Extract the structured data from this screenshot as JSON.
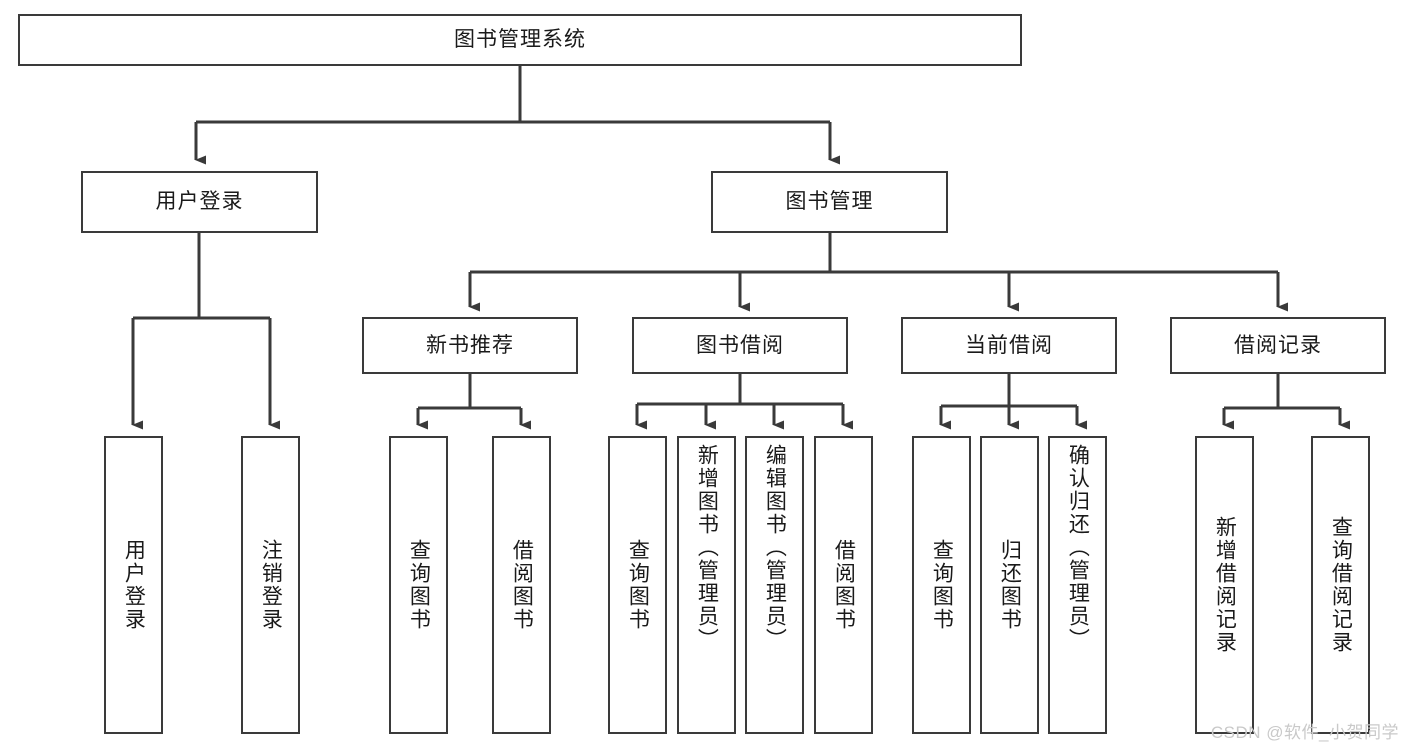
{
  "diagram": {
    "title": "图书管理系统",
    "type": "hierarchy-tree",
    "root": {
      "id": "root",
      "label": "图书管理系统"
    },
    "level2": [
      {
        "id": "user-login",
        "label": "用户登录"
      },
      {
        "id": "book-management",
        "label": "图书管理"
      }
    ],
    "level3": [
      {
        "id": "new-book-recommend",
        "label": "新书推荐"
      },
      {
        "id": "book-borrow",
        "label": "图书借阅"
      },
      {
        "id": "current-borrow",
        "label": "当前借阅"
      },
      {
        "id": "borrow-record",
        "label": "借阅记录"
      }
    ],
    "leaves": {
      "user-login": [
        {
          "id": "leaf-user-login",
          "label": "用户登录"
        },
        {
          "id": "leaf-logout-login",
          "label": "注销登录"
        }
      ],
      "new-book-recommend": [
        {
          "id": "leaf-query-book-1",
          "label": "查询图书"
        },
        {
          "id": "leaf-borrow-book-1",
          "label": "借阅图书"
        }
      ],
      "book-borrow": [
        {
          "id": "leaf-query-book-2",
          "label": "查询图书"
        },
        {
          "id": "leaf-add-book",
          "label": "新增图书（管理员）"
        },
        {
          "id": "leaf-edit-book",
          "label": "编辑图书（管理员）"
        },
        {
          "id": "leaf-borrow-book-2",
          "label": "借阅图书"
        }
      ],
      "current-borrow": [
        {
          "id": "leaf-query-book-3",
          "label": "查询图书"
        },
        {
          "id": "leaf-return-book",
          "label": "归还图书"
        },
        {
          "id": "leaf-confirm-return",
          "label": "确认归还（管理员）"
        }
      ],
      "borrow-record": [
        {
          "id": "leaf-add-record",
          "label": "新增借阅记录"
        },
        {
          "id": "leaf-query-record",
          "label": "查询借阅记录"
        }
      ]
    }
  },
  "watermark": {
    "text": "CSDN @软件_小贺同学"
  },
  "colors": {
    "stroke": "#3a3a3a",
    "background": "#ffffff",
    "text": "#1a1a1a",
    "watermark": "#c9c9c9"
  }
}
